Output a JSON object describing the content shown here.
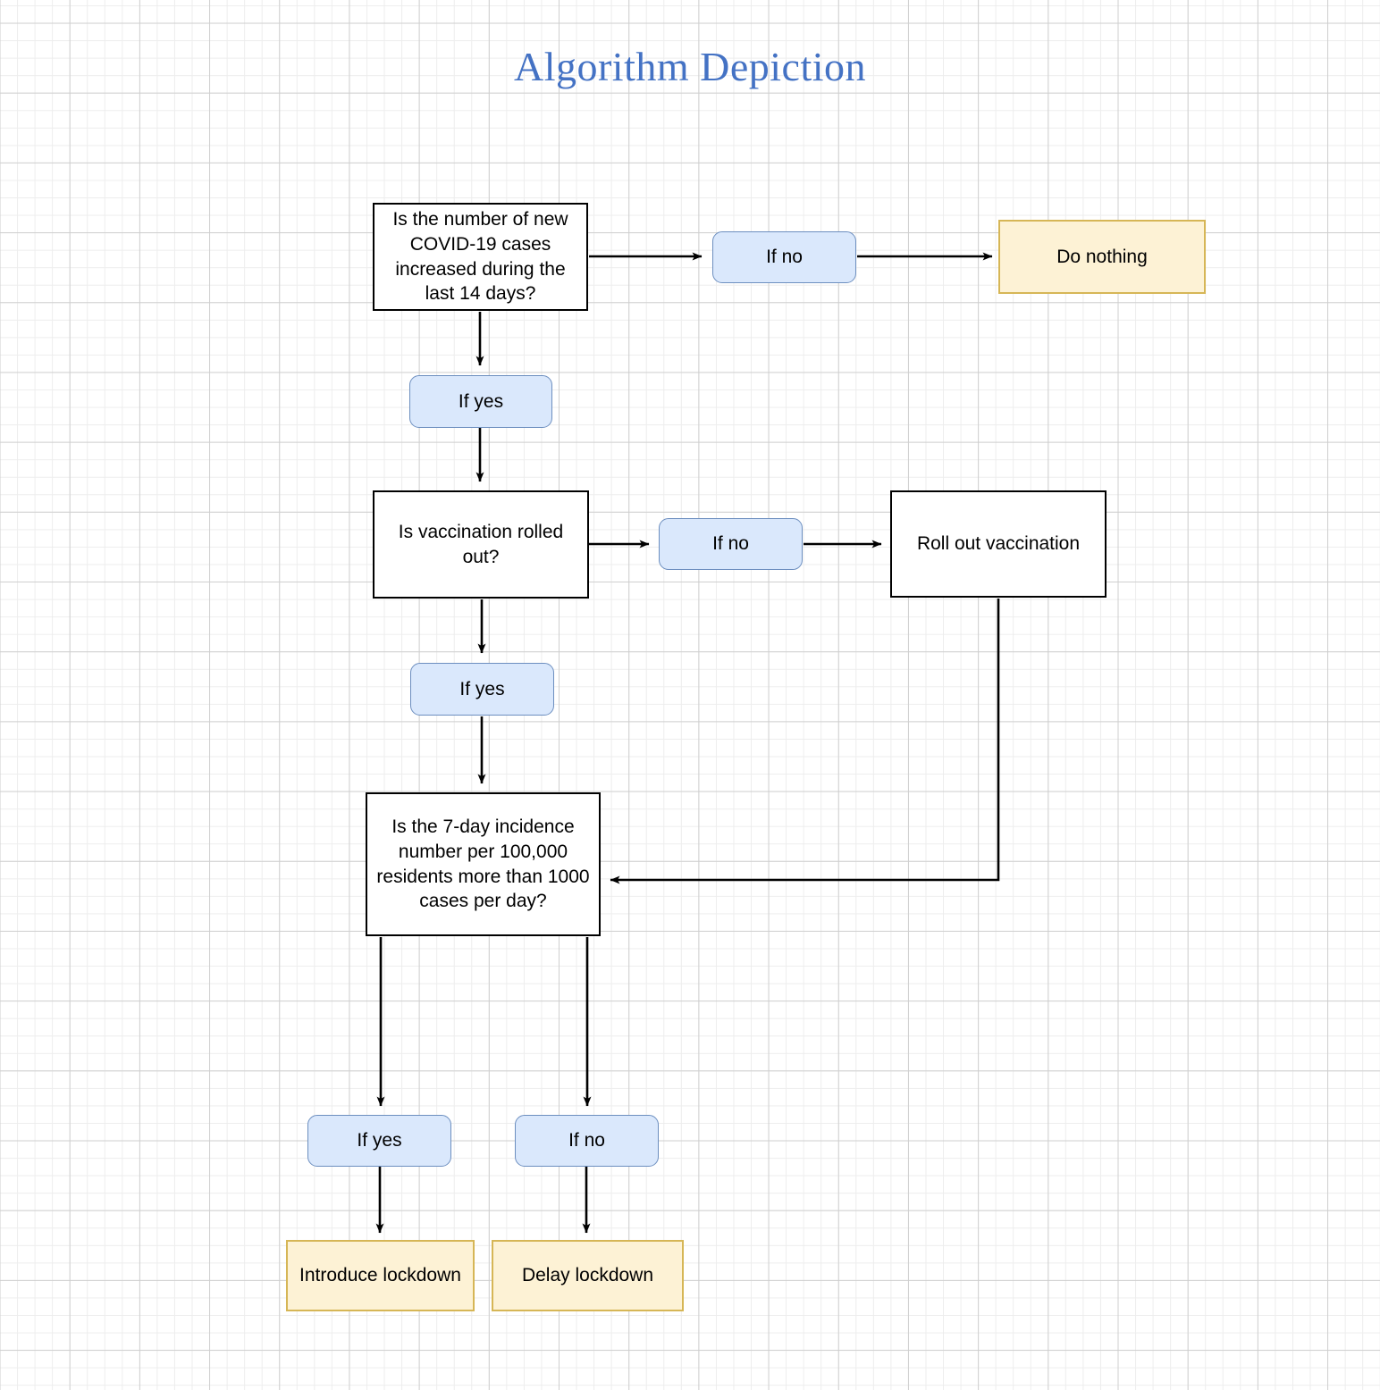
{
  "title": "Algorithm Depiction",
  "colors": {
    "title": "#4472C4",
    "pill_fill": "#DAE8FC",
    "pill_border": "#6C8EBF",
    "terminal_fill": "#FDF2D5",
    "terminal_border": "#D6B656",
    "process_border": "#000000",
    "process_fill": "#FFFFFF",
    "edge": "#000000",
    "grid_minor": "#EDEDED",
    "grid_major": "#CFCFCF"
  },
  "nodes": {
    "decision_1": "Is the number of new COVID-19 cases increased during the last 14 days?",
    "decision_1_no": "If no",
    "decision_1_no_result": "Do nothing",
    "decision_1_yes": "If yes",
    "decision_2": "Is vaccination rolled out?",
    "decision_2_no": "If no",
    "decision_2_no_result": "Roll out vaccination",
    "decision_2_yes": "If yes",
    "decision_3": "Is the 7-day incidence number per 100,000 residents more than 1000 cases per day?",
    "decision_3_yes": "If yes",
    "decision_3_no": "If no",
    "decision_3_yes_result": "Introduce lockdown",
    "decision_3_no_result": "Delay lockdown"
  },
  "chart_data": {
    "type": "diagram",
    "title": "Algorithm Depiction",
    "diagram_kind": "flowchart",
    "steps": [
      {
        "id": "d1",
        "shape": "process",
        "text": "Is the number of new COVID-19 cases increased during the last 14 days?"
      },
      {
        "id": "d1_no",
        "shape": "pill",
        "text": "If no"
      },
      {
        "id": "do_nothing",
        "shape": "terminal",
        "text": "Do nothing"
      },
      {
        "id": "d1_yes",
        "shape": "pill",
        "text": "If yes"
      },
      {
        "id": "d2",
        "shape": "process",
        "text": "Is vaccination rolled out?"
      },
      {
        "id": "d2_no",
        "shape": "pill",
        "text": "If no"
      },
      {
        "id": "roll_out",
        "shape": "process",
        "text": "Roll out vaccination"
      },
      {
        "id": "d2_yes",
        "shape": "pill",
        "text": "If yes"
      },
      {
        "id": "d3",
        "shape": "process",
        "text": "Is the 7-day incidence number per 100,000 residents more than 1000 cases per day?"
      },
      {
        "id": "d3_yes",
        "shape": "pill",
        "text": "If yes"
      },
      {
        "id": "d3_no",
        "shape": "pill",
        "text": "If no"
      },
      {
        "id": "introduce_lockdown",
        "shape": "terminal",
        "text": "Introduce lockdown"
      },
      {
        "id": "delay_lockdown",
        "shape": "terminal",
        "text": "Delay lockdown"
      }
    ],
    "edges": [
      {
        "from": "d1",
        "to": "d1_no"
      },
      {
        "from": "d1_no",
        "to": "do_nothing"
      },
      {
        "from": "d1",
        "to": "d1_yes"
      },
      {
        "from": "d1_yes",
        "to": "d2"
      },
      {
        "from": "d2",
        "to": "d2_no"
      },
      {
        "from": "d2_no",
        "to": "roll_out"
      },
      {
        "from": "d2",
        "to": "d2_yes"
      },
      {
        "from": "d2_yes",
        "to": "d3"
      },
      {
        "from": "roll_out",
        "to": "d3"
      },
      {
        "from": "d3",
        "to": "d3_yes"
      },
      {
        "from": "d3",
        "to": "d3_no"
      },
      {
        "from": "d3_yes",
        "to": "introduce_lockdown"
      },
      {
        "from": "d3_no",
        "to": "delay_lockdown"
      }
    ]
  }
}
